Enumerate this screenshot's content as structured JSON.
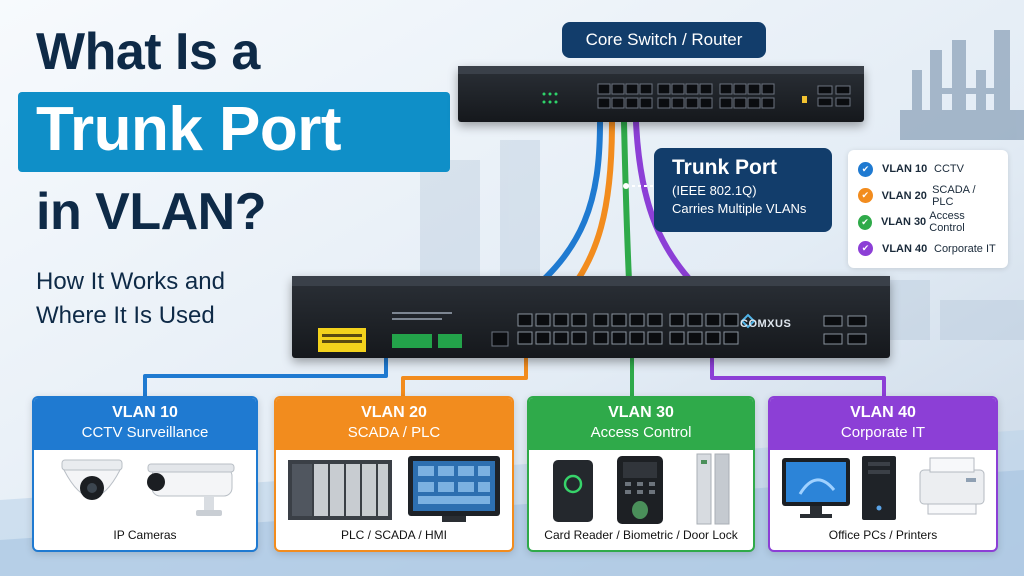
{
  "title": {
    "line1": "What Is a",
    "line2": "Trunk Port",
    "line3": "in VLAN?"
  },
  "subtitle": {
    "line1": "How It Works and",
    "line2": "Where It Is Used"
  },
  "core_label": "Core Switch / Router",
  "trunk": {
    "title": "Trunk Port",
    "standard": "(IEEE 802.1Q)",
    "desc": "Carries Multiple VLANs"
  },
  "legend": [
    {
      "vlan": "VLAN 10",
      "name": "CCTV",
      "color": "#1f7ad1"
    },
    {
      "vlan": "VLAN 20",
      "name": "SCADA / PLC",
      "color": "#f28c1e"
    },
    {
      "vlan": "VLAN 30",
      "name": "Access Control",
      "color": "#2faa4a"
    },
    {
      "vlan": "VLAN 40",
      "name": "Corporate IT",
      "color": "#8c3fd6"
    }
  ],
  "brand": "COMXUS",
  "panels": {
    "vlan10": {
      "title": "VLAN 10",
      "sub": "CCTV Surveillance",
      "foot": "IP Cameras",
      "color": "#1f7ad1"
    },
    "vlan20": {
      "title": "VLAN 20",
      "sub": "SCADA / PLC",
      "foot": "PLC / SCADA / HMI",
      "color": "#f28c1e"
    },
    "vlan30": {
      "title": "VLAN 30",
      "sub": "Access Control",
      "foot": "Card Reader / Biometric / Door Lock",
      "color": "#2faa4a"
    },
    "vlan40": {
      "title": "VLAN 40",
      "sub": "Corporate IT",
      "foot": "Office PCs / Printers",
      "color": "#8c3fd6"
    }
  },
  "icons": [
    "dome-camera-icon",
    "bullet-camera-icon",
    "plc-rack-icon",
    "hmi-monitor-icon",
    "card-reader-icon",
    "biometric-icon",
    "door-lock-icon",
    "desktop-pc-icon",
    "tower-pc-icon",
    "printer-icon",
    "check-icon"
  ]
}
